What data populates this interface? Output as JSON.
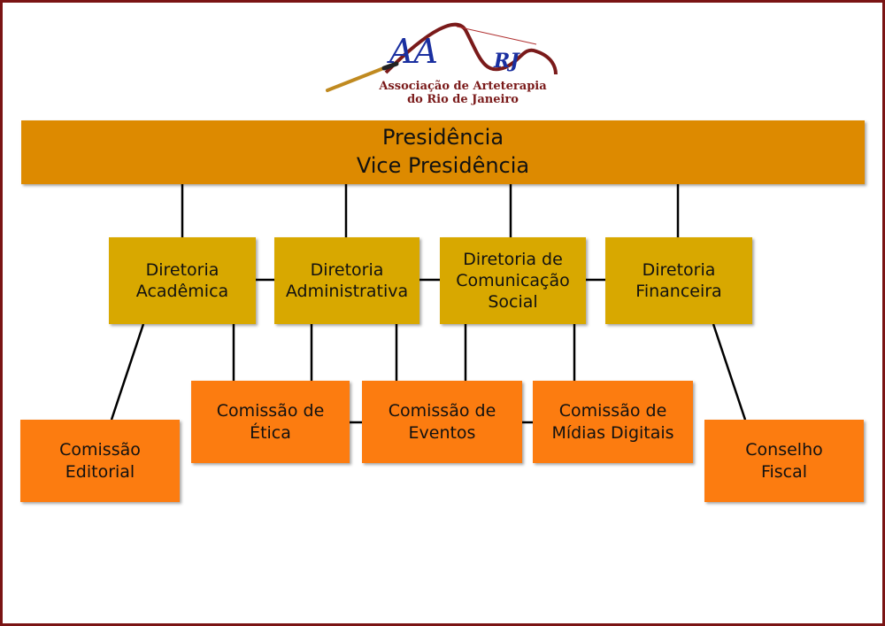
{
  "logo": {
    "mark_main": "AA",
    "mark_sub": "RJ",
    "line1": "Associação de Arteterapia",
    "line2": "do Rio de Janeiro"
  },
  "top": {
    "line1": "Presidência",
    "line2": "Vice Presidência"
  },
  "diretorias": [
    {
      "lines": [
        "Diretoria",
        "Acadêmica"
      ]
    },
    {
      "lines": [
        "Diretoria",
        "Administrativa"
      ]
    },
    {
      "lines": [
        "Diretoria de",
        "Comunicação",
        "Social"
      ]
    },
    {
      "lines": [
        "Diretoria",
        "Financeira"
      ]
    }
  ],
  "comissoes": [
    {
      "lines": [
        "Comissão",
        "Editorial"
      ]
    },
    {
      "lines": [
        "Comissão de",
        "Ética"
      ]
    },
    {
      "lines": [
        "Comissão de",
        "Eventos"
      ]
    },
    {
      "lines": [
        "Comissão de",
        "Mídias Digitais"
      ]
    },
    {
      "lines": [
        "Conselho",
        "Fiscal"
      ]
    }
  ],
  "colors": {
    "presidencia": "#dd8a00",
    "diretoria": "#d8a800",
    "comissao": "#fc7c10",
    "frame": "#7a1414",
    "logo": "#7a1a1a",
    "logo_mark": "#1a2fa0"
  }
}
